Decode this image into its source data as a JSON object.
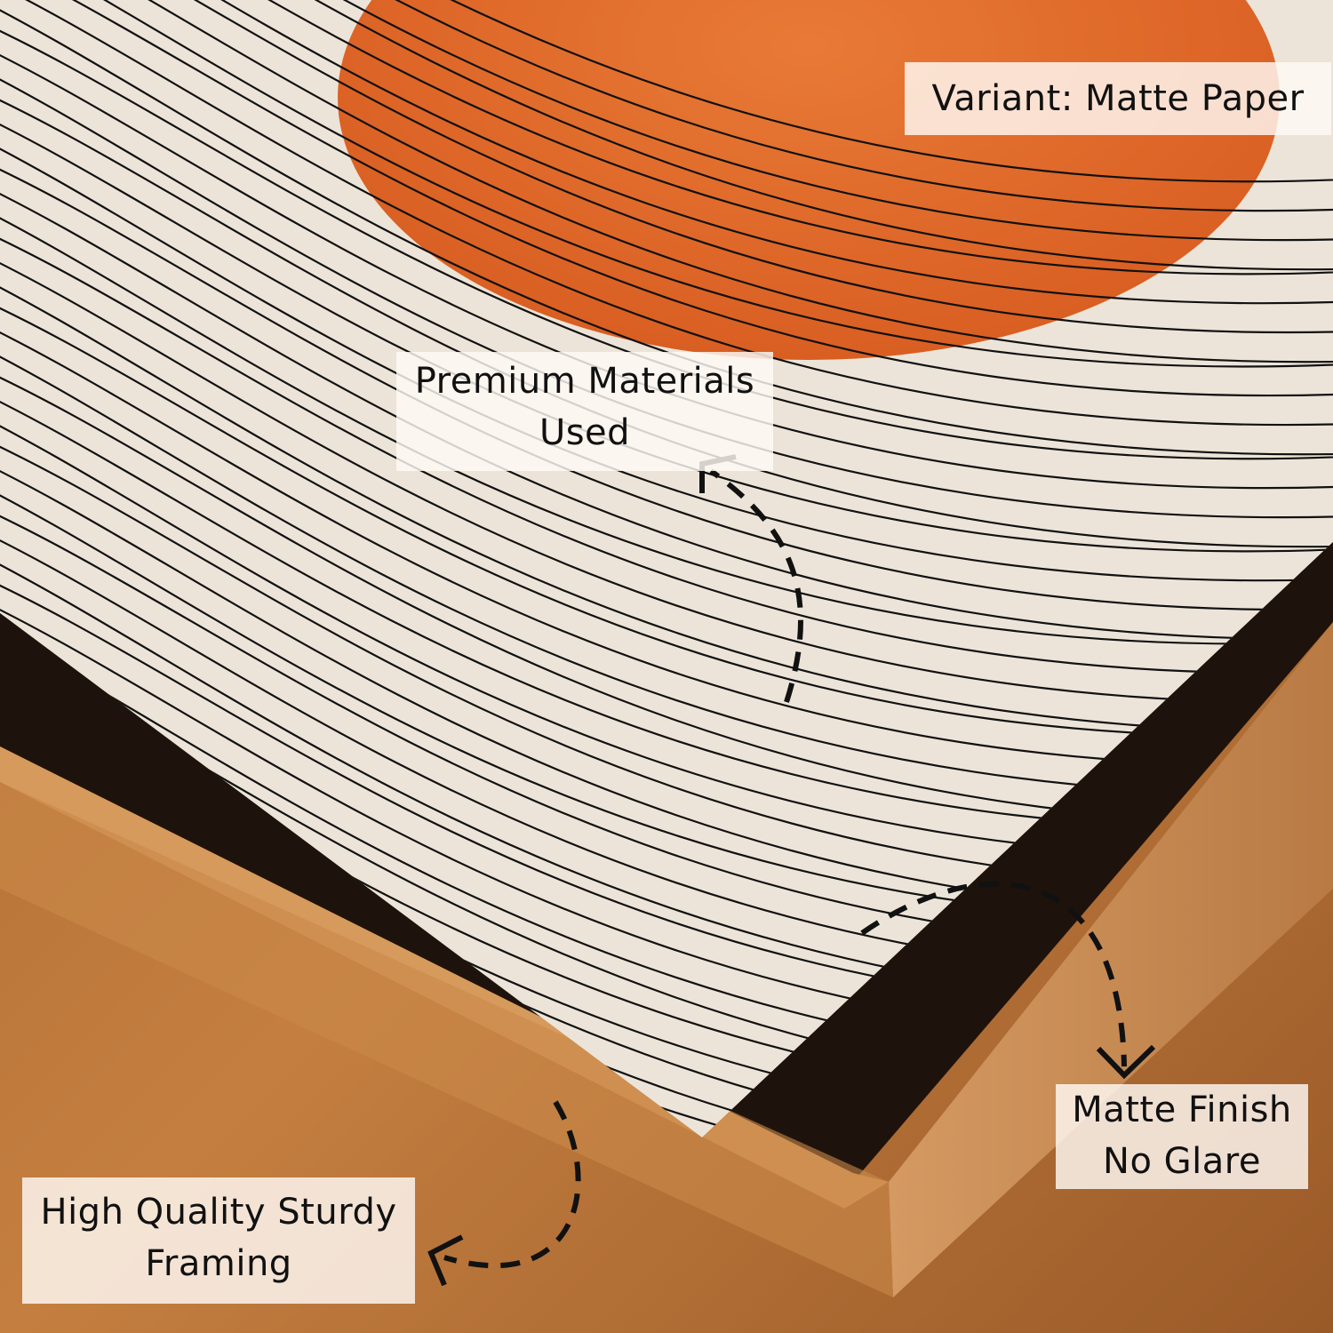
{
  "labels": {
    "variant": "Variant: Matte Paper",
    "premium": [
      "Premium Materials",
      "Used"
    ],
    "matte": [
      "Matte Finish",
      "No Glare"
    ],
    "framing": [
      "High Quality Sturdy",
      "Framing"
    ]
  },
  "colors": {
    "paper": "#ece4d8",
    "sun": "#e06a2a",
    "wood": "#b8733a",
    "shadow": "#1e130c",
    "ink": "#111111"
  }
}
